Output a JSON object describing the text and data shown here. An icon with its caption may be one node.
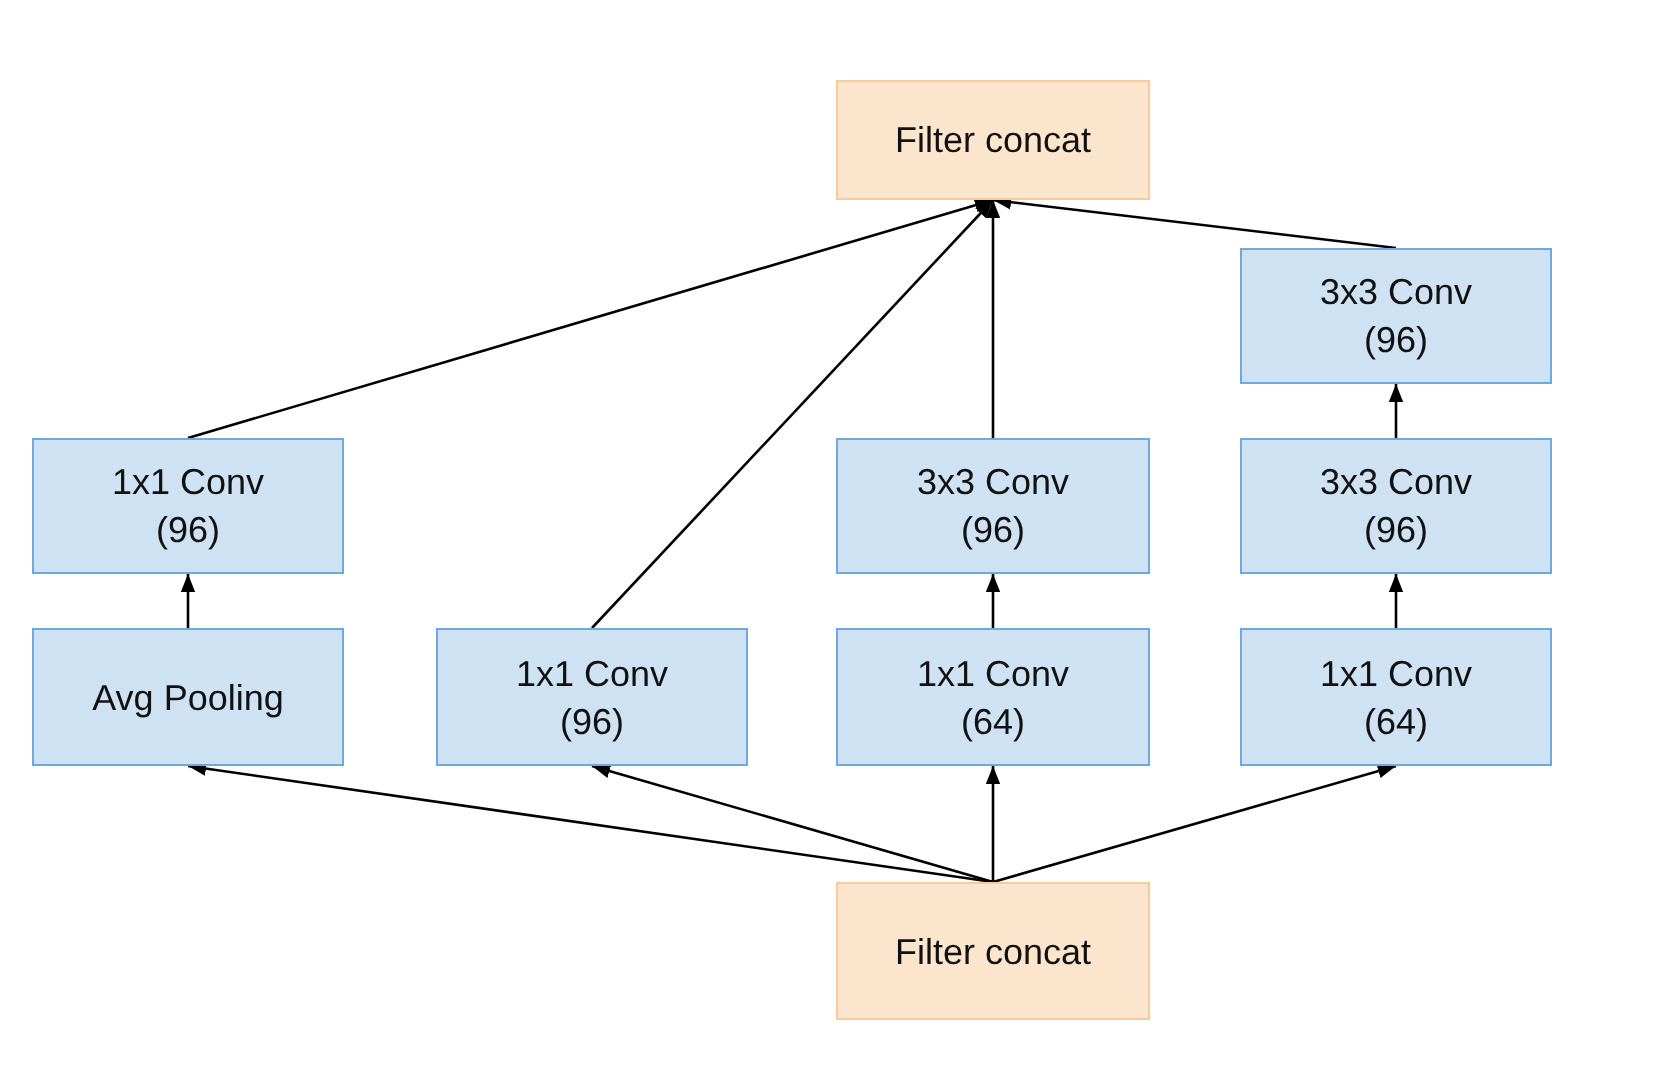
{
  "diagram": {
    "nodes": [
      {
        "text": [
          "Filter concat"
        ]
      },
      {
        "text": [
          "3x3 Conv (96)"
        ]
      },
      {
        "text": [
          "1x1 Conv (96)"
        ]
      },
      {
        "text": [
          "3x3 Conv (96)"
        ]
      },
      {
        "text": [
          "3x3 Conv (96)"
        ]
      },
      {
        "text": [
          "Avg Pooling"
        ]
      },
      {
        "text": [
          "1x1 Conv (96)"
        ]
      },
      {
        "text": [
          "1x1 Conv (64)"
        ]
      },
      {
        "text": [
          "1x1 Conv (64)"
        ]
      },
      {
        "text": [
          "Filter concat"
        ]
      }
    ],
    "edges": [
      {
        "from": 9,
        "to": 5,
        "arrow": "to"
      },
      {
        "from": 9,
        "to": 6,
        "arrow": "to"
      },
      {
        "from": 9,
        "to": 7,
        "arrow": "to"
      },
      {
        "from": 9,
        "to": 8,
        "arrow": "to"
      },
      {
        "from": 5,
        "to": 2,
        "arrow": "to"
      },
      {
        "from": 7,
        "to": 3,
        "arrow": "to"
      },
      {
        "from": 8,
        "to": 4,
        "arrow": "to"
      },
      {
        "from": 4,
        "to": 1,
        "arrow": "to"
      },
      {
        "from": 2,
        "to": 0,
        "arrow": "to"
      },
      {
        "from": 6,
        "to": 0,
        "arrow": "to"
      },
      {
        "from": 3,
        "to": 0,
        "arrow": "to"
      },
      {
        "from": 1,
        "to": 0,
        "arrow": "to"
      }
    ]
  }
}
